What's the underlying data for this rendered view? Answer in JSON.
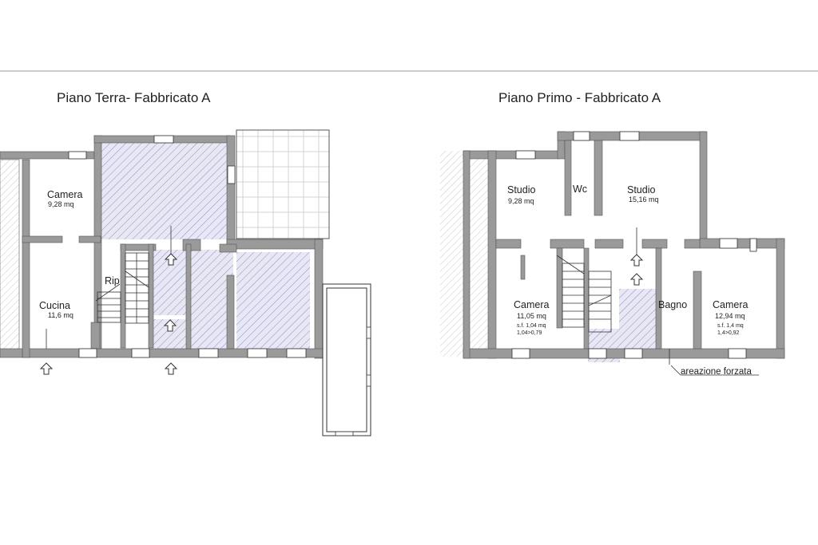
{
  "titles": {
    "ground": "Piano Terra- Fabbricato A",
    "first": "Piano Primo - Fabbricato A"
  },
  "ground_floor": {
    "camera": {
      "name": "Camera",
      "area": "9,28 mq"
    },
    "cucina": {
      "name": "Cucina",
      "area": "11,6 mq"
    },
    "ripostiglio": {
      "name": "Rip"
    }
  },
  "first_floor": {
    "studio_left": {
      "name": "Studio",
      "area": "9,28 mq"
    },
    "wc": {
      "name": "Wc"
    },
    "studio_right": {
      "name": "Studio",
      "area": "15,16 mq"
    },
    "camera_left": {
      "name": "Camera",
      "area": "11,05 mq",
      "sf": "s.f. 1,04 mq",
      "ratio": "1,04>0,79"
    },
    "bagno": {
      "name": "Bagno"
    },
    "camera_right": {
      "name": "Camera",
      "area": "12,94 mq",
      "sf": "s.f. 1,4 mq",
      "ratio": "1,4>0,92"
    },
    "note": "areazione forzata"
  },
  "colors": {
    "wall": "#9a9a9a",
    "hatch": "#8d8cc6",
    "fill": "#e6e6f3",
    "line": "#444444"
  }
}
